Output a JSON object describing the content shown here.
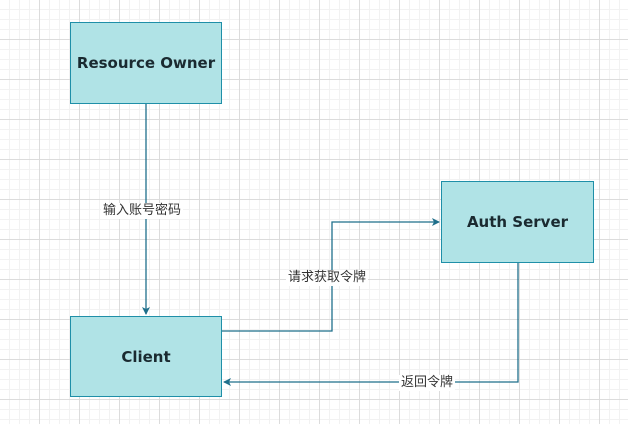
{
  "diagram": {
    "nodes": {
      "resource_owner": "Resource Owner",
      "auth_server": "Auth Server",
      "client": "Client"
    },
    "edges": {
      "owner_to_client": "输入账号密码",
      "client_to_auth": "请求获取令牌",
      "auth_to_client": "返回令牌"
    },
    "colors": {
      "node_fill": "#b0e3e6",
      "node_stroke": "#1f8fa8",
      "edge_stroke": "#1f6f8b"
    }
  }
}
